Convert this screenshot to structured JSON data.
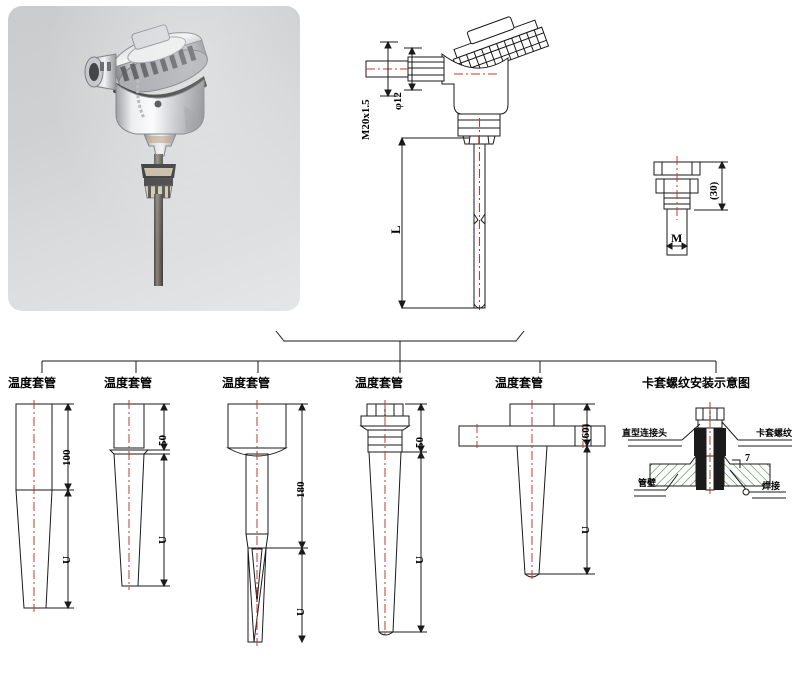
{
  "page": {
    "title": "Thermocouple / RTD assembly and thermowell dimensional drawings"
  },
  "photo": {
    "alt_name": "thermocouple-product-photo"
  },
  "assembly": {
    "thread_label": "M20x1.5",
    "diameter_label": "φ12",
    "length_label": "L"
  },
  "nipple_detail": {
    "height_label": "(30)",
    "thread_label": "M"
  },
  "thermowells": [
    {
      "title": "温度套管",
      "top_dim": "100",
      "bottom_dim": "U"
    },
    {
      "title": "温度套管",
      "top_dim": "50",
      "bottom_dim": "U"
    },
    {
      "title": "温度套管",
      "top_dim": "180",
      "bottom_dim": "U"
    },
    {
      "title": "温度套管",
      "top_dim": "50",
      "bottom_dim": "U"
    },
    {
      "title": "温度套管",
      "top_dim": "(60)",
      "bottom_dim": "U"
    }
  ],
  "install_diagram": {
    "title": "卡套螺纹安装示意图",
    "label_left": "直型连接头",
    "label_right": "卡套螺纹",
    "label_wall": "管壁",
    "label_weld": "焊接",
    "weld_symbol": "7"
  },
  "colors": {
    "line": "#1a1a1a",
    "centerline": "#c0392b",
    "hatch": "#2e7d32",
    "photo_bg": "#cfd1d3"
  }
}
